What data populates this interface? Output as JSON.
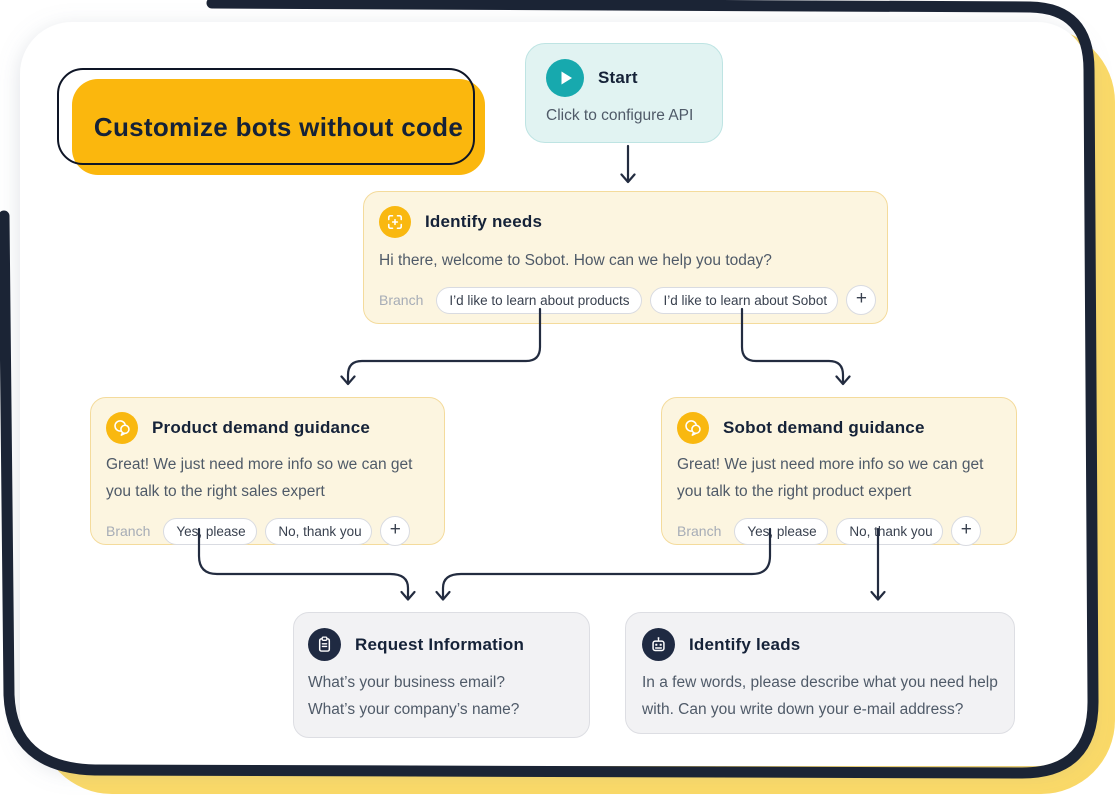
{
  "banner": {
    "label": "Customize bots without code"
  },
  "colors": {
    "amber": "#FBB70D",
    "soft_yellow": "#FAD967",
    "frame_navy": "#1B2435",
    "cream_bg": "#FCF5E0",
    "cream_border": "#F4DB9C",
    "teal": "#17A9AE",
    "teal_bg": "#E1F3F2",
    "gray_bg": "#F2F2F4",
    "line": "#232C40",
    "title_text": "#152238",
    "body_text": "#4F5A68"
  },
  "nodes": {
    "start": {
      "icon": "play-icon",
      "title": "Start",
      "subtitle": "Click to configure API"
    },
    "identify_needs": {
      "icon": "scan-target-icon",
      "title": "Identify needs",
      "message": "Hi there, welcome to Sobot. How can we help you today?",
      "branch_label": "Branch",
      "branches": [
        "I’d like to learn about products",
        "I’d like to learn about Sobot"
      ],
      "add_label": "+"
    },
    "product_guidance": {
      "icon": "chat-bubbles-icon",
      "title": "Product demand guidance",
      "message_lines": [
        "Great! We just need more info so we can get",
        "you talk to the right sales expert"
      ],
      "branch_label": "Branch",
      "branches": [
        "Yes, please",
        "No, thank you"
      ],
      "add_label": "+"
    },
    "sobot_guidance": {
      "icon": "chat-bubbles-icon",
      "title": "Sobot demand guidance",
      "message_lines": [
        "Great! We just need more info so we can get",
        "you talk to the right product expert"
      ],
      "branch_label": "Branch",
      "branches": [
        "Yes, please",
        "No, thank you"
      ],
      "add_label": "+"
    },
    "request_information": {
      "icon": "clipboard-icon",
      "title": "Request Information",
      "message_lines": [
        "What’s your business email?",
        "What’s your company’s name?"
      ]
    },
    "identify_leads": {
      "icon": "robot-icon",
      "title": "Identify leads",
      "message_lines": [
        "In a few words, please describe what you need help",
        "with. Can you write down your e-mail address?"
      ]
    }
  }
}
